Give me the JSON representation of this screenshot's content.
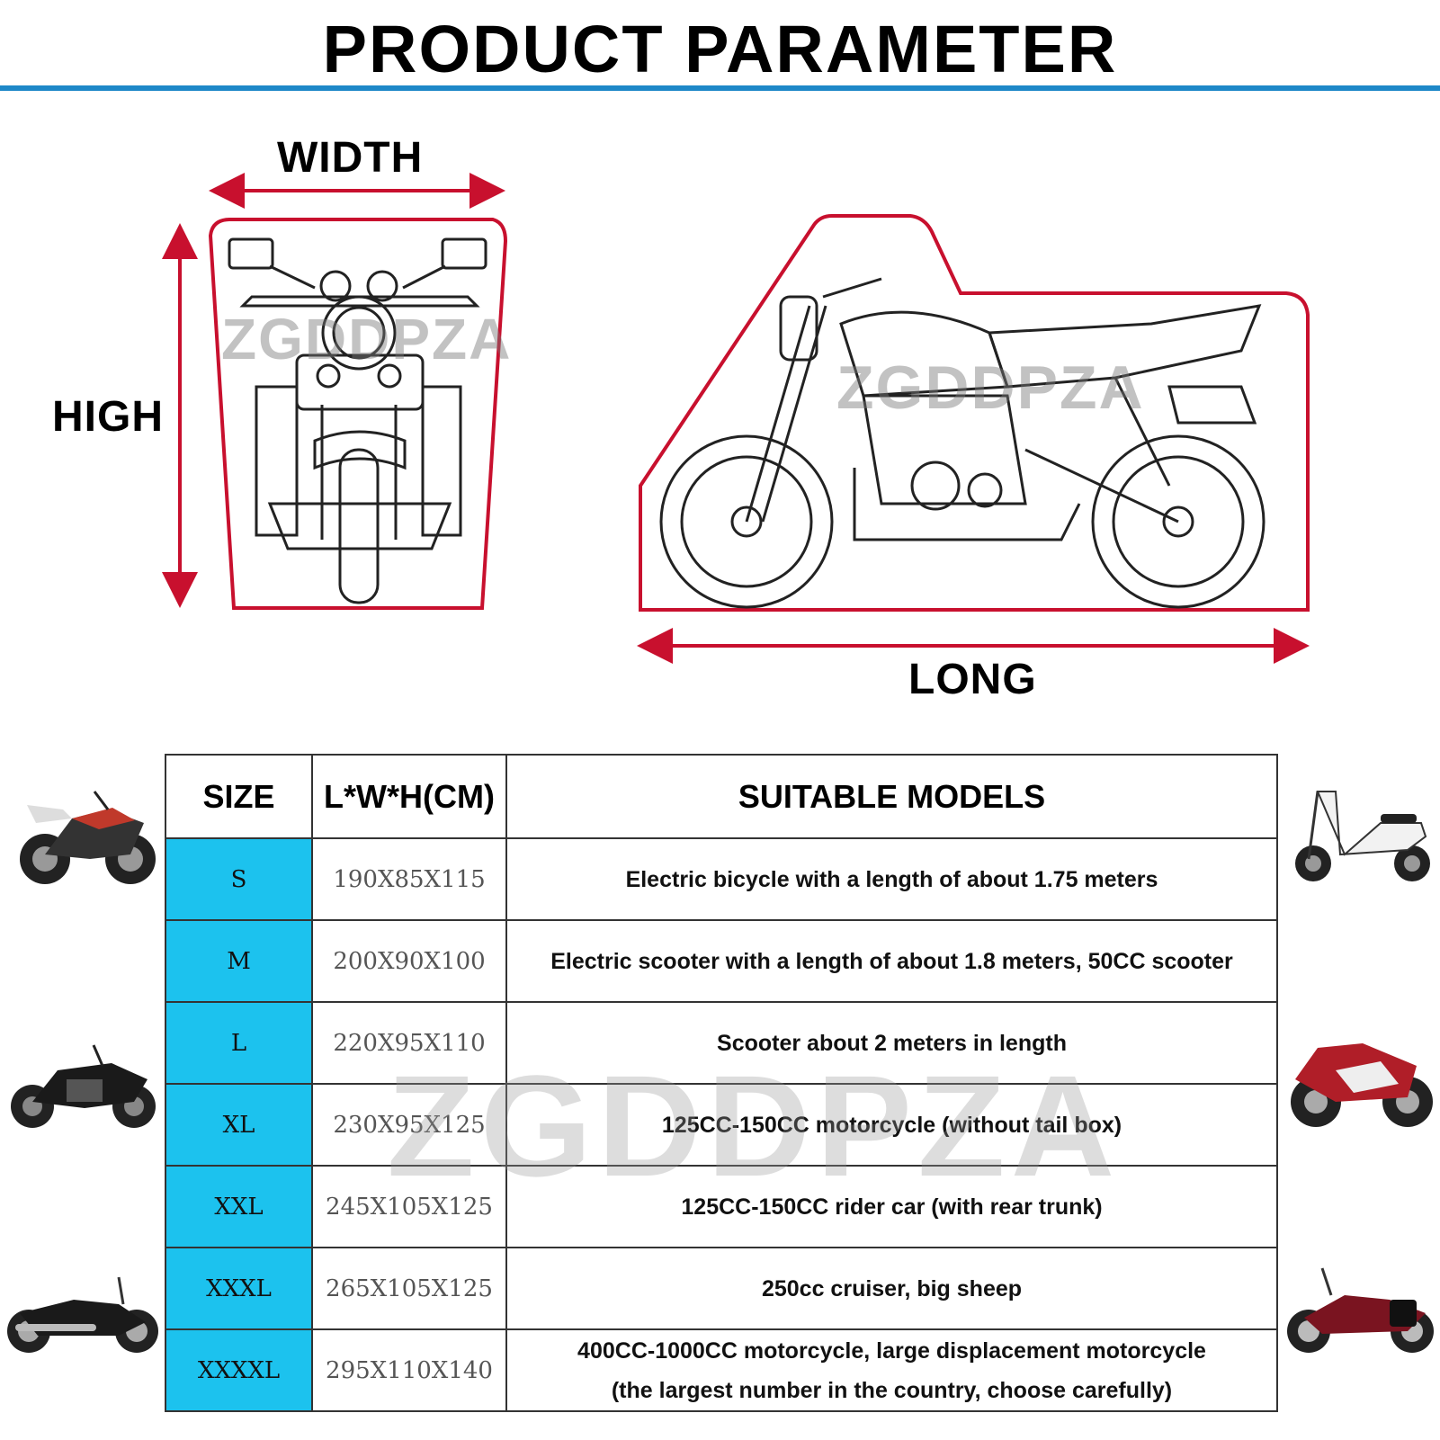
{
  "title": "PRODUCT PARAMETER",
  "labels": {
    "width": "WIDTH",
    "high": "HIGH",
    "long": "LONG"
  },
  "watermark": "ZGDDPZA",
  "colors": {
    "accent_rule": "#1e88c8",
    "outline_red": "#c8102e",
    "size_column": "#1cc2ee"
  },
  "table": {
    "headers": [
      "SIZE",
      "L*W*H(CM)",
      "SUITABLE MODELS"
    ],
    "rows": [
      {
        "size": "S",
        "dims": "190X85X115",
        "model": [
          "Electric bicycle with a length of about 1.75 meters"
        ]
      },
      {
        "size": "M",
        "dims": "200X90X100",
        "model": [
          "Electric scooter with a length of about 1.8 meters, 50CC scooter"
        ]
      },
      {
        "size": "L",
        "dims": "220X95X110",
        "model": [
          "Scooter about 2 meters in length"
        ]
      },
      {
        "size": "XL",
        "dims": "230X95X125",
        "model": [
          "125CC-150CC motorcycle (without tail box)"
        ]
      },
      {
        "size": "XXL",
        "dims": "245X105X125",
        "model": [
          "125CC-150CC rider car (with rear trunk)"
        ]
      },
      {
        "size": "XXXL",
        "dims": "265X105X125",
        "model": [
          "250cc cruiser, big sheep"
        ]
      },
      {
        "size": "XXXXL",
        "dims": "295X110X140",
        "model": [
          "400CC-1000CC motorcycle, large displacement motorcycle",
          "(the largest number in the country, choose carefully)"
        ]
      }
    ]
  },
  "thumbnails": [
    {
      "icon": "sport-naked-motorcycle-icon",
      "color": "#c0392b"
    },
    {
      "icon": "naked-motorcycle-icon",
      "color": "#1a1a1a"
    },
    {
      "icon": "cruiser-motorcycle-icon",
      "color": "#1a1a1a"
    },
    {
      "icon": "scooter-icon",
      "color": "#f2f2f2"
    },
    {
      "icon": "sport-bike-icon",
      "color": "#b01e28"
    },
    {
      "icon": "touring-cruiser-icon",
      "color": "#7a1420"
    }
  ]
}
